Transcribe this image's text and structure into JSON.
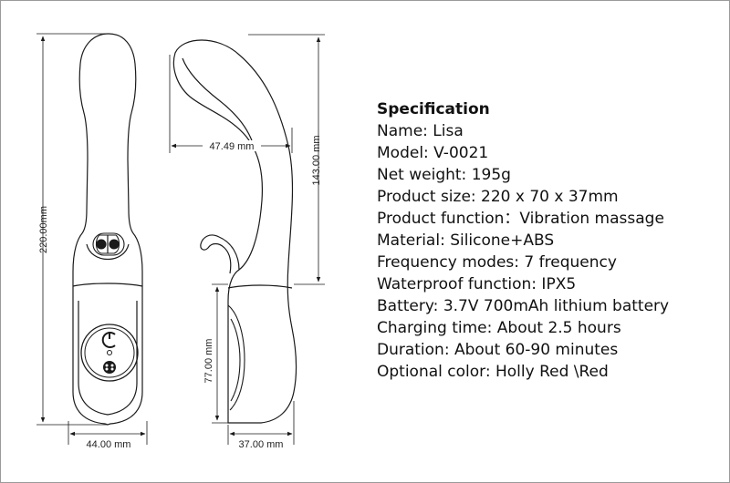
{
  "dimensions": {
    "front_height": "220.00mm",
    "front_width": "44.00 mm",
    "side_head_width": "47.49 mm",
    "side_upper_height": "143.00 mm",
    "side_lower_height": "77.00 mm",
    "side_base_width": "37.00 mm"
  },
  "specification": {
    "title": "Specification",
    "rows": [
      "Name: Lisa",
      "Model: V-0021",
      "Net weight: 195g",
      "Product size: 220 x 70 x 37mm",
      "Product function：Vibration massage",
      "Material: Silicone+ABS",
      "Frequency modes: 7 frequency",
      "Waterproof function: IPX5",
      "Battery: 3.7V 700mAh lithium battery",
      "Charging time: About 2.5 hours",
      "Duration: About 60-90 minutes",
      "Optional color: Holly Red \\Red"
    ]
  },
  "colors": {
    "line": "#1a1a1a",
    "text": "#111111",
    "border": "#9a9a9a"
  }
}
